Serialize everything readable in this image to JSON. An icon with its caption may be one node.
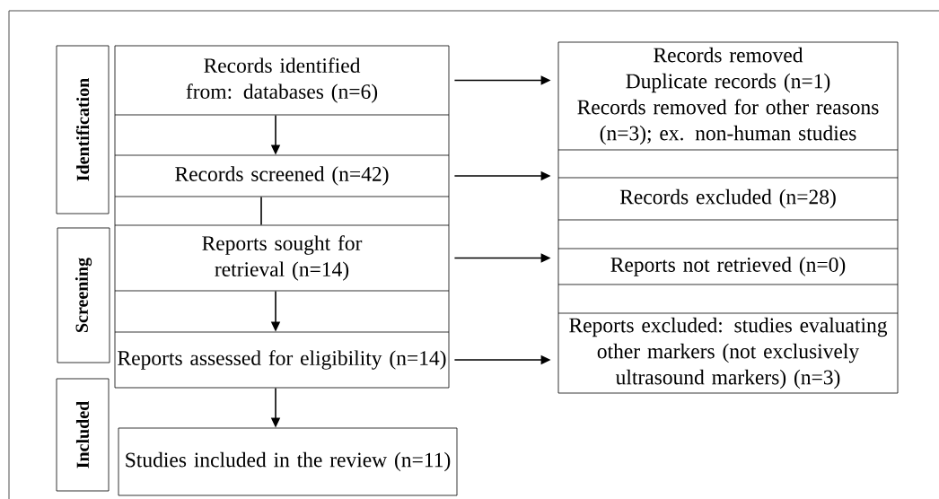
{
  "diagram": {
    "nodes": [
      {
        "text": [
          "Identification"
        ]
      },
      {
        "text": [
          "Records identified from: databases (n=6)"
        ]
      },
      {
        "text": [
          "Records removed",
          "Duplicate records (n=1)",
          "Records removed for other reasons (n=3); ex. non-human studies"
        ]
      },
      {
        "text": [
          "Records screened (n=42)"
        ]
      },
      {
        "text": [
          "Records excluded (n=28)"
        ]
      },
      {
        "text": [
          "Screening"
        ]
      },
      {
        "text": [
          "Reports sought for retrieval (n=14)"
        ]
      },
      {
        "text": [
          "Reports not retrieved (n=0)"
        ]
      },
      {
        "text": [
          "Reports assessed for eligibility (n=14)"
        ]
      },
      {
        "text": [
          "Reports excluded: studies evaluating other markers (not exclusively ultrasound markers) (n=3)"
        ]
      },
      {
        "text": [
          "Included"
        ]
      },
      {
        "text": [
          "Studies included in the review (n=11)"
        ]
      }
    ],
    "edges": [
      {
        "from": 1,
        "to": 2,
        "arrow": "to"
      },
      {
        "from": 1,
        "to": 3,
        "arrow": "to"
      },
      {
        "from": 3,
        "to": 4,
        "arrow": "to"
      },
      {
        "from": 3,
        "to": 6,
        "arrow": "none"
      },
      {
        "from": 6,
        "to": 7,
        "arrow": "to"
      },
      {
        "from": 6,
        "to": 8,
        "arrow": "to"
      },
      {
        "from": 8,
        "to": 9,
        "arrow": "to"
      },
      {
        "from": 8,
        "to": 11,
        "arrow": "to"
      }
    ]
  }
}
